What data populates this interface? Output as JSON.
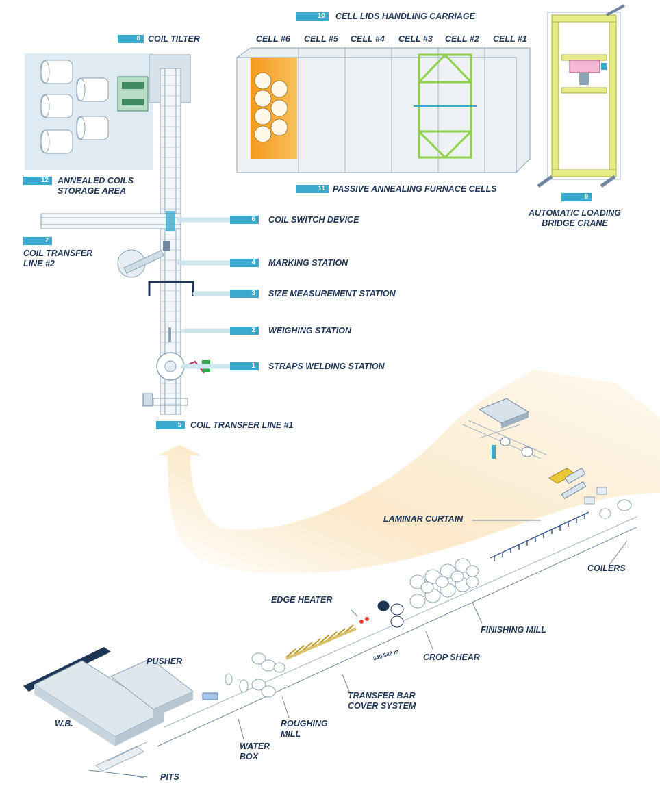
{
  "top_plan": {
    "stations": [
      {
        "number": "1",
        "label": "STRAPS WELDING STATION"
      },
      {
        "number": "2",
        "label": "WEIGHING STATION"
      },
      {
        "number": "3",
        "label": "SIZE MEASUREMENT STATION"
      },
      {
        "number": "4",
        "label": "MARKING STATION"
      },
      {
        "number": "5",
        "label": "COIL TRANSFER LINE #1"
      },
      {
        "number": "6",
        "label": "COIL SWITCH DEVICE"
      },
      {
        "number": "7",
        "label": "COIL TRANSFER\nLINE #2"
      },
      {
        "number": "8",
        "label": "COIL TILTER"
      },
      {
        "number": "9",
        "label": "AUTOMATIC LOADING\nBRIDGE CRANE"
      },
      {
        "number": "10",
        "label": "CELL LIDS HANDLING CARRIAGE"
      },
      {
        "number": "11",
        "label": "PASSIVE ANNEALING FURNACE CELLS"
      },
      {
        "number": "12",
        "label": "ANNEALED COILS\nSTORAGE AREA"
      }
    ],
    "cells": [
      "CELL #6",
      "CELL #5",
      "CELL #4",
      "CELL #3",
      "CELL #2",
      "CELL #1"
    ]
  },
  "mill_line": {
    "labels": {
      "laminar_curtain": "LAMINAR CURTAIN",
      "coilers": "COILERS",
      "edge_heater": "EDGE HEATER",
      "finishing_mill": "FINISHING MILL",
      "crop_shear": "CROP SHEAR",
      "pusher": "PUSHER",
      "transfer_bar": "TRANSFER BAR\nCOVER SYSTEM",
      "roughing_mill": "ROUGHING\nMILL",
      "wb": "W.B.",
      "water_box": "WATER\nBOX",
      "pits": "PITS"
    },
    "distance": "349.548 m"
  },
  "colors": {
    "label_text": "#1f3556",
    "badge": "#3aa9cc",
    "leader": "#cfe6ee",
    "storage_bg": "#dfeaf3",
    "furnace_cell_fill": "#f6a623",
    "lid_carriage_frame": "#8fcf4a",
    "crane_frame": "#e6ec8a",
    "arrow_glow": "#fbe6c2"
  }
}
